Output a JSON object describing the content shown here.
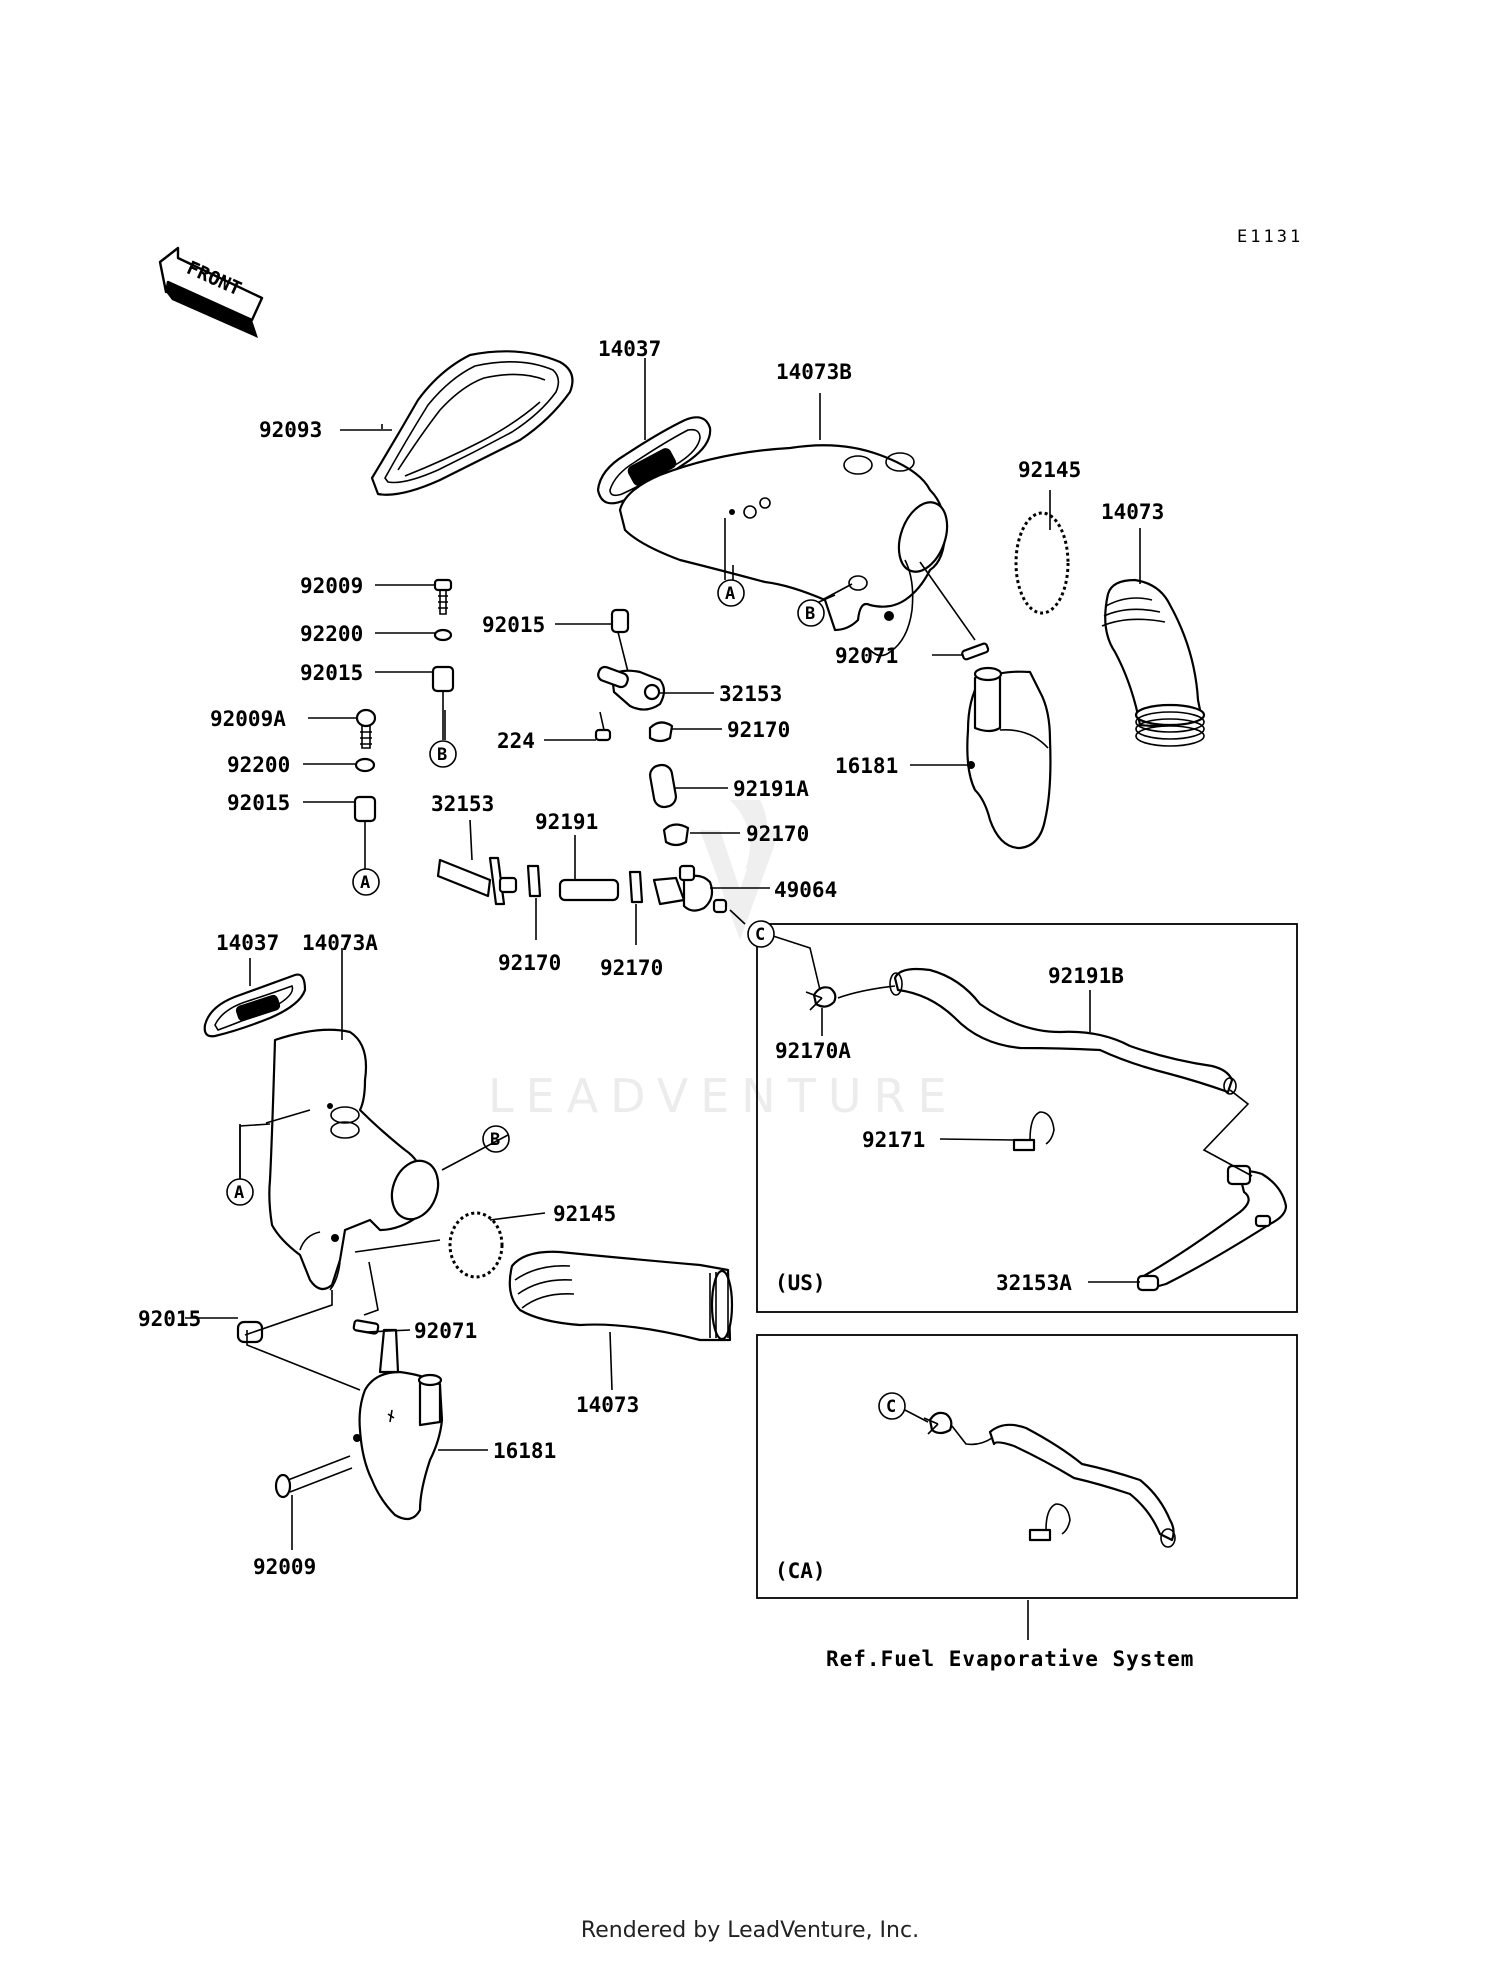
{
  "diagram_code": "E1131",
  "front_label": "FRONT",
  "watermark": "LEADVENTURE",
  "footer": "Rendered by LeadVenture, Inc.",
  "ref_note": "Ref.Fuel Evaporative System",
  "box_us_label": "(US)",
  "box_ca_label": "(CA)",
  "callouts": {
    "A": "A",
    "B": "B",
    "C": "C"
  },
  "parts": {
    "p92093": "92093",
    "p14037_top": "14037",
    "p14073B": "14073B",
    "p92145_top": "92145",
    "p14073_top": "14073",
    "p92009_top": "92009",
    "p92200_top": "92200",
    "p92015_left1": "92015",
    "p92009A": "92009A",
    "p92200_2": "92200",
    "p92015_left2": "92015",
    "p92015_mid": "92015",
    "p32153_mid": "32153",
    "p224": "224",
    "p92170_a": "92170",
    "p92071_top": "92071",
    "p16181_top": "16181",
    "p92191A": "92191A",
    "p32153_left": "32153",
    "p92191": "92191",
    "p92170_b": "92170",
    "p49064": "49064",
    "p92170_c": "92170",
    "p92170_d": "92170",
    "p92170A": "92170A",
    "p92191B": "92191B",
    "p92171": "92171",
    "p32153A": "32153A",
    "p14037_low": "14037",
    "p14073A": "14073A",
    "p92145_low": "92145",
    "p92015_low": "92015",
    "p92071_low": "92071",
    "p14073_low": "14073",
    "p16181_low": "16181",
    "p92009_low": "92009"
  }
}
